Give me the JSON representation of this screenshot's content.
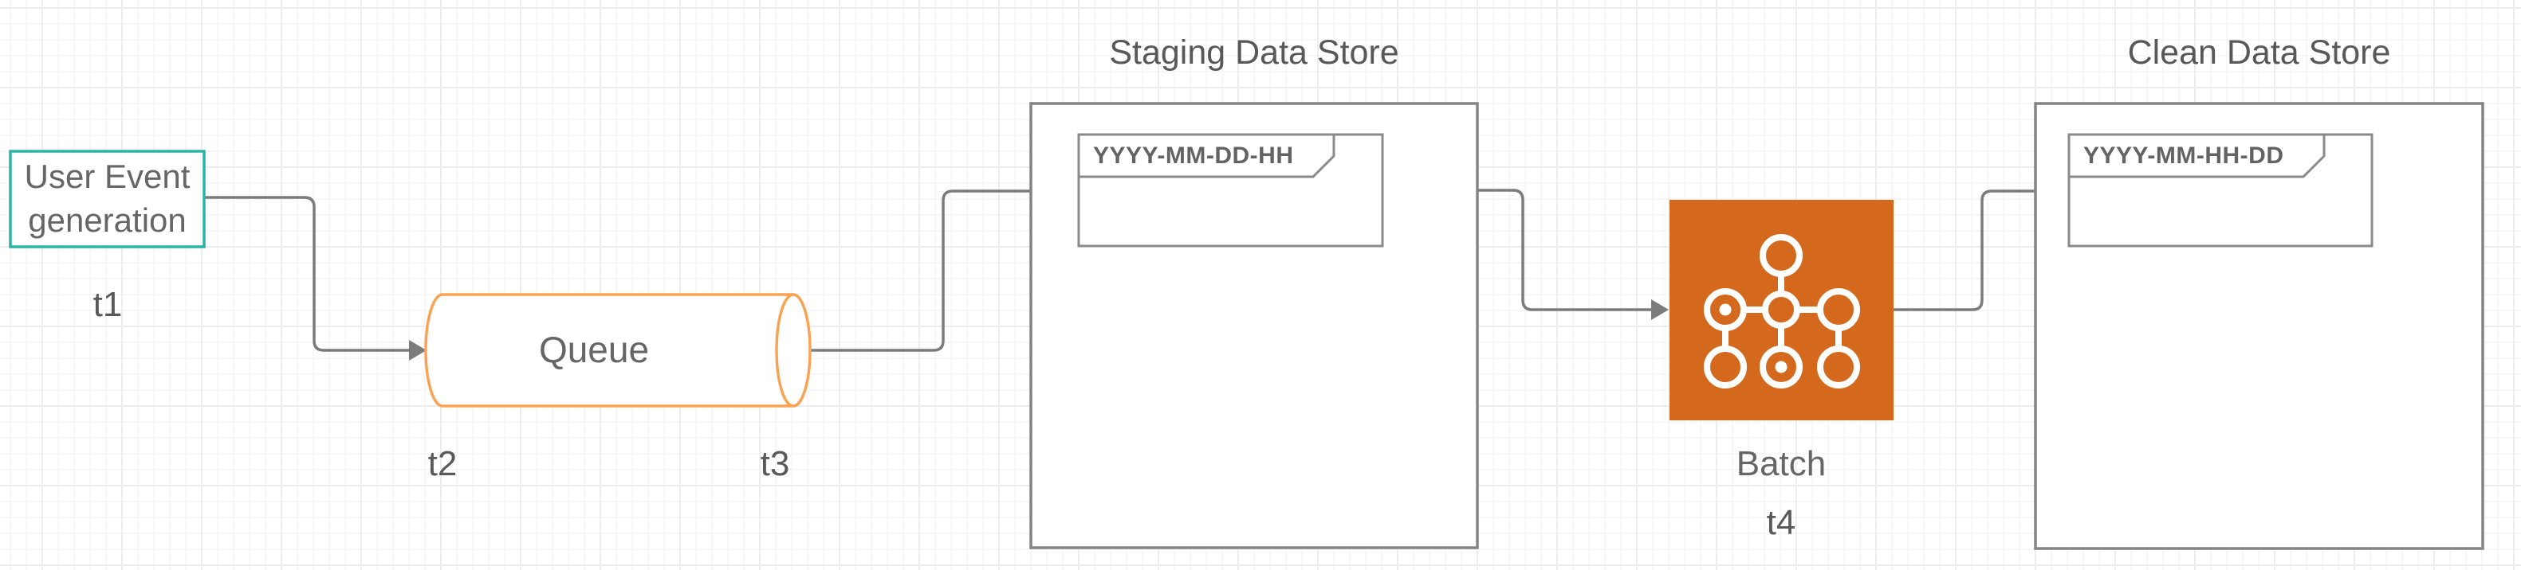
{
  "nodes": {
    "user_event": {
      "label": "User Event generation",
      "timestamp": "t1"
    },
    "queue": {
      "label": "Queue",
      "timestamp_in": "t2",
      "timestamp_out": "t3"
    },
    "staging_store": {
      "title": "Staging Data Store",
      "partition": "YYYY-MM-DD-HH"
    },
    "batch": {
      "label": "Batch",
      "timestamp": "t4"
    },
    "clean_store": {
      "title": "Clean Data Store",
      "partition": "YYYY-MM-HH-DD"
    }
  },
  "colors": {
    "teal": "#2bb3a8",
    "queue_orange": "#f8a455",
    "batch_orange": "#d4691e",
    "connector_gray": "#7b7b7b",
    "border_gray": "#848484",
    "text_gray": "#666666"
  }
}
